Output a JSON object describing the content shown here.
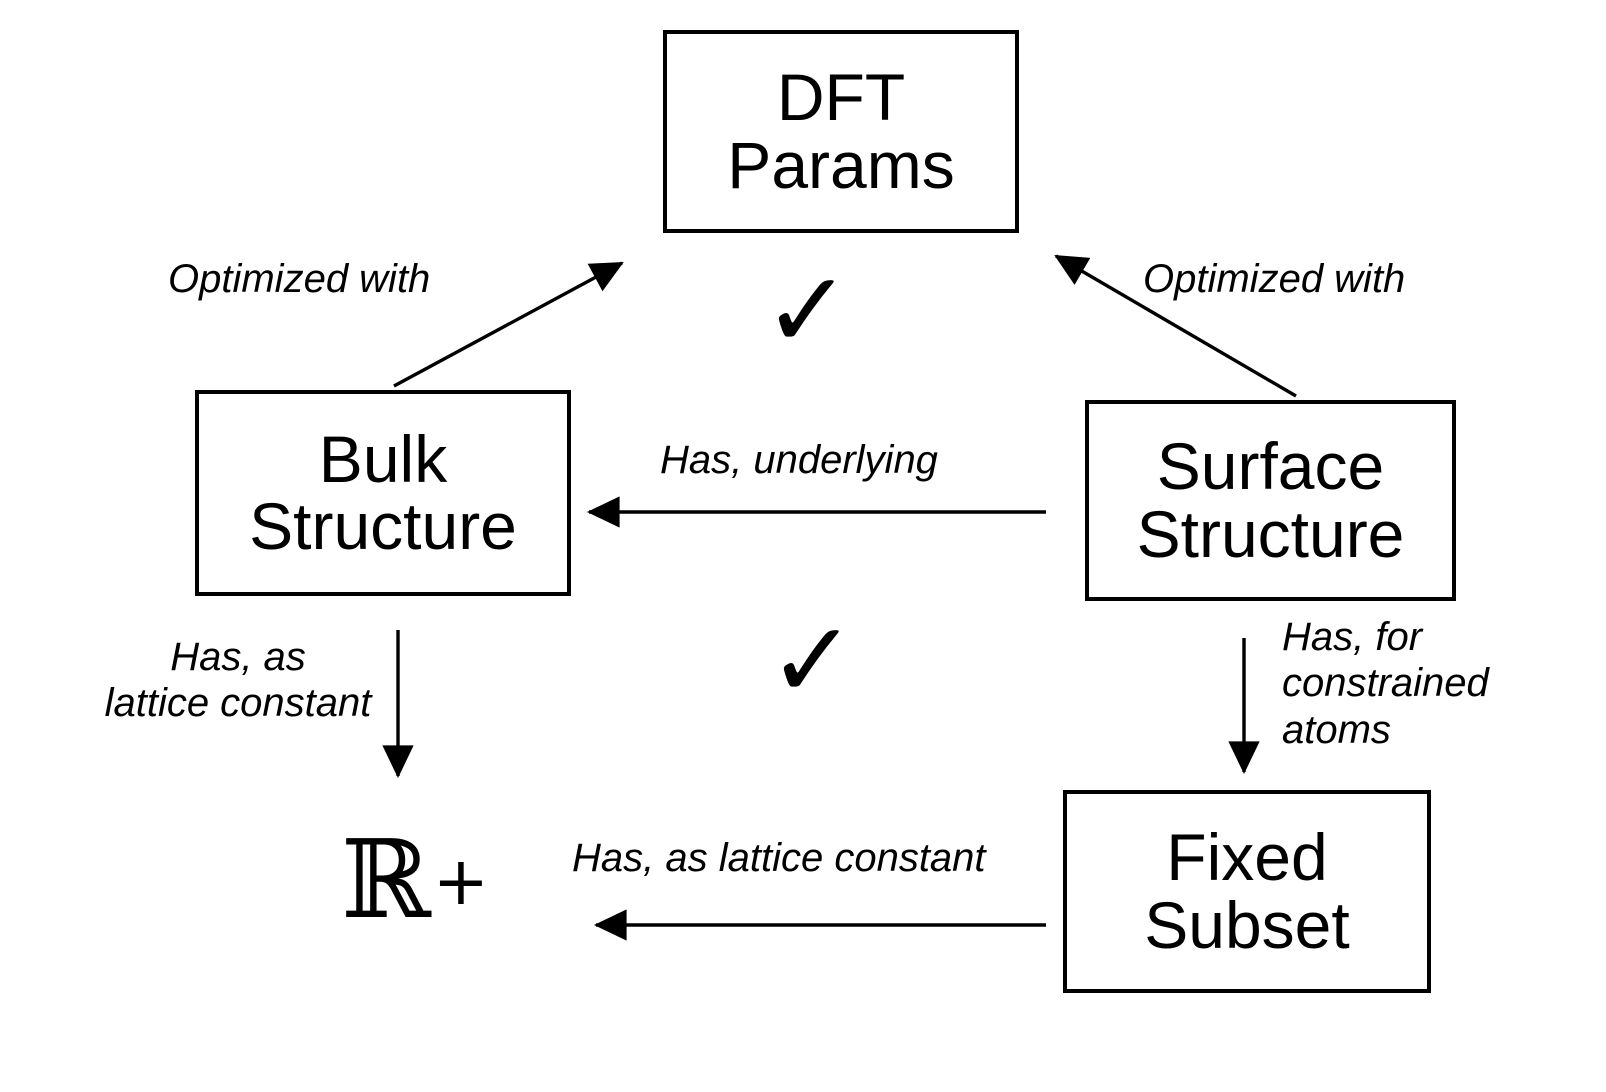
{
  "diagram": {
    "title": "DFT workflow entity relationship diagram",
    "background_color": "#ffffff",
    "line_color": "#000000",
    "nodes": {
      "dft_params": "DFT\nParams",
      "bulk_structure": "Bulk\nStructure",
      "surface_structure": "Surface\nStructure",
      "fixed_subset": "Fixed\nSubset",
      "real_positive": "ℝ",
      "real_positive_superscript": "+"
    },
    "edge_labels": {
      "optimized_with_left": "Optimized with",
      "optimized_with_right": "Optimized with",
      "has_underlying": "Has, underlying",
      "has_as_lattice_constant_left": "Has, as\nlattice constant",
      "has_for_constrained_atoms": "Has, for\nconstrained\natoms",
      "has_as_lattice_constant_bottom": "Has, as lattice constant"
    },
    "marks": {
      "check_top": "✓",
      "check_bottom": "✓"
    },
    "edges": [
      {
        "from": "bulk_structure",
        "to": "dft_params",
        "label": "Optimized with",
        "direction": "up-right"
      },
      {
        "from": "surface_structure",
        "to": "dft_params",
        "label": "Optimized with",
        "direction": "up-left"
      },
      {
        "from": "surface_structure",
        "to": "bulk_structure",
        "label": "Has, underlying",
        "direction": "left"
      },
      {
        "from": "bulk_structure",
        "to": "real_positive",
        "label": "Has, as lattice constant",
        "direction": "down"
      },
      {
        "from": "surface_structure",
        "to": "fixed_subset",
        "label": "Has, for constrained atoms",
        "direction": "down"
      },
      {
        "from": "fixed_subset",
        "to": "real_positive",
        "label": "Has, as lattice constant",
        "direction": "left"
      }
    ]
  }
}
